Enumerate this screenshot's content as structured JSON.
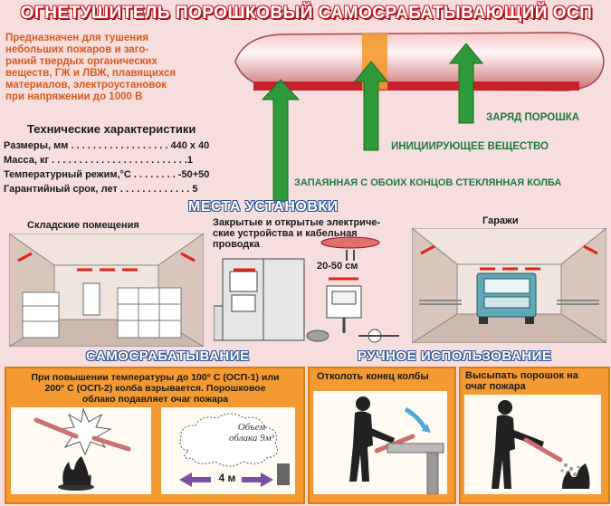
{
  "title": "ОГНЕТУШИТЕЛЬ ПОРОШКОВЫЙ САМОСРАБАТЫВАЮЩИЙ ОСП",
  "description": [
    "Предназначен для тушения",
    "небольших пожаров и заго-",
    "раний твердых органических",
    "веществ, ГЖ и ЛВЖ, плавящихся",
    "материалов, электроустановок",
    "при напряжении до 1000 В"
  ],
  "specs": {
    "title": "Технические характеристики",
    "rows": [
      {
        "label": "Размеры, мм . . . . . . . . . . . . . . . . . . 440 х 40"
      },
      {
        "label": "Масса, кг . . . . . . . . . . . . . . . . . . . . . . . . .1"
      },
      {
        "label": "Температурный режим,°С . . . . . . . . -50+50"
      },
      {
        "label": "Гарантийный срок, лет . . . . . . . . . . . . . 5"
      }
    ]
  },
  "device_labels": {
    "charge": "ЗАРЯД ПОРОШКА",
    "initiator": "ИНИЦИИРУЮЩЕЕ ВЕЩЕСТВО",
    "flask": "ЗАПАЯННАЯ С ОБОИХ КОНЦОВ СТЕКЛЯННАЯ КОЛБА"
  },
  "install": {
    "heading": "МЕСТА   УСТАНОВКИ",
    "warehouse": "Складские помещения",
    "electrical": [
      "Закрытые и открытые электриче-",
      "ские устройства и кабельная",
      "проводка"
    ],
    "height": "20-50 см",
    "garages": "Гаражи"
  },
  "self": {
    "heading": "САМОСРАБАТЫВАНИЕ",
    "text": [
      "При повышении температуры до 100° С (ОСП-1) или",
      "200° С (ОСП-2) колба взрывается. Порошковое",
      "облако подавляет очаг пожара"
    ],
    "cloud": [
      "Объем",
      "облака 9м³"
    ],
    "distance": "4 м"
  },
  "manual": {
    "heading": "РУЧНОЕ ИСПОЛЬЗОВАНИЕ",
    "step1": "Отколоть конец колбы",
    "step2": [
      "Высыпать порошок на",
      "очаг пожара"
    ]
  },
  "colors": {
    "accent_red": "#c7202b",
    "green": "#2f9a3a",
    "orange": "#f39a32",
    "blue": "#2a4f8f"
  }
}
